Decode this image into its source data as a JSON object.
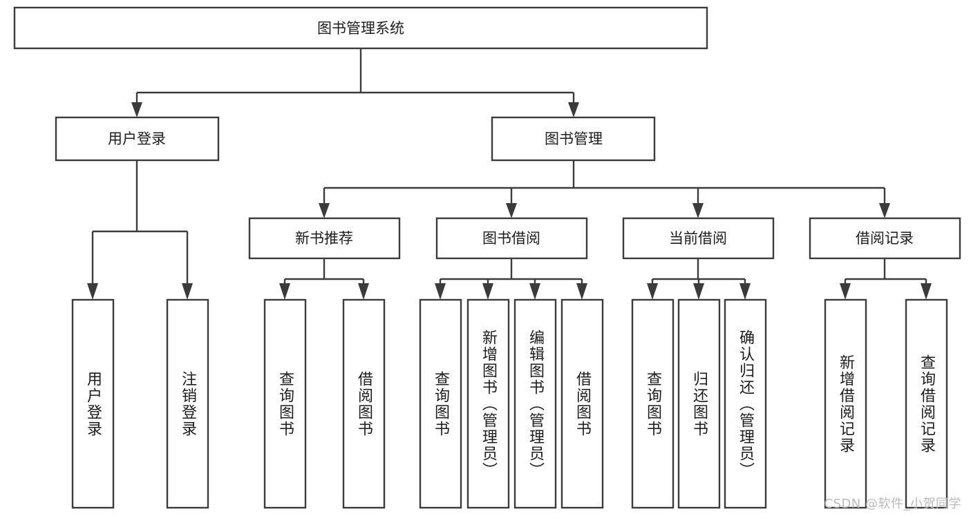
{
  "diagram": {
    "title_node": {
      "label": "图书管理系统"
    },
    "level2": [
      {
        "label": "用户登录"
      },
      {
        "label": "图书管理"
      }
    ],
    "level3": [
      {
        "label": "新书推荐"
      },
      {
        "label": "图书借阅"
      },
      {
        "label": "当前借阅"
      },
      {
        "label": "借阅记录"
      }
    ],
    "leaves": {
      "user_login": [
        {
          "label": "用户登录"
        },
        {
          "label": "注销登录"
        }
      ],
      "new_book_recommend": [
        {
          "label": "查询图书"
        },
        {
          "label": "借阅图书"
        }
      ],
      "book_borrow": [
        {
          "label": "查询图书"
        },
        {
          "label": "新增图书（管理员）"
        },
        {
          "label": "编辑图书（管理员）"
        },
        {
          "label": "借阅图书"
        }
      ],
      "current_borrow": [
        {
          "label": "查询图书"
        },
        {
          "label": "归还图书"
        },
        {
          "label": "确认归还（管理员）"
        }
      ],
      "borrow_record": [
        {
          "label": "新增借阅记录"
        },
        {
          "label": "查询借阅记录"
        }
      ]
    },
    "watermark": "CSDN @软件_小贺同学",
    "colors": {
      "stroke": "#3b3b3b",
      "box_fill": "#ffffff",
      "text": "#1c1c1c",
      "watermark": "#b9b9b9",
      "background": "#ffffff"
    }
  }
}
